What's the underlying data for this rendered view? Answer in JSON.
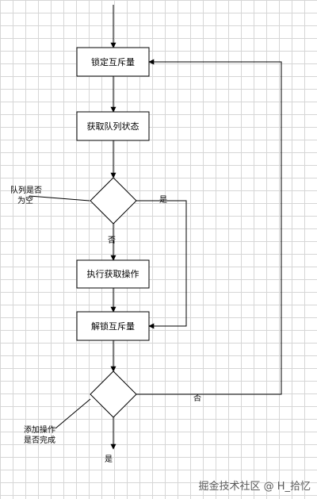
{
  "diagram": {
    "nodes": {
      "lock_mutex": "锁定互斥量",
      "get_queue_state": "获取队列状态",
      "queue_empty_decision": "",
      "do_get_operation": "执行获取操作",
      "unlock_mutex": "解锁互斥量",
      "add_done_decision": ""
    },
    "annotations": {
      "queue_empty_line1": "队列是否",
      "queue_empty_line2": "为空",
      "add_done_line1": "添加操作",
      "add_done_line2": "是否完成"
    },
    "edge_labels": {
      "queue_empty_yes": "是",
      "queue_empty_no": "否",
      "add_done_no": "否",
      "add_done_yes": "是"
    }
  },
  "watermark": "掘金技术社区 @ H_拾忆",
  "colors": {
    "grid": "#d6d6d6",
    "stroke": "#000000",
    "background": "#ffffff"
  }
}
